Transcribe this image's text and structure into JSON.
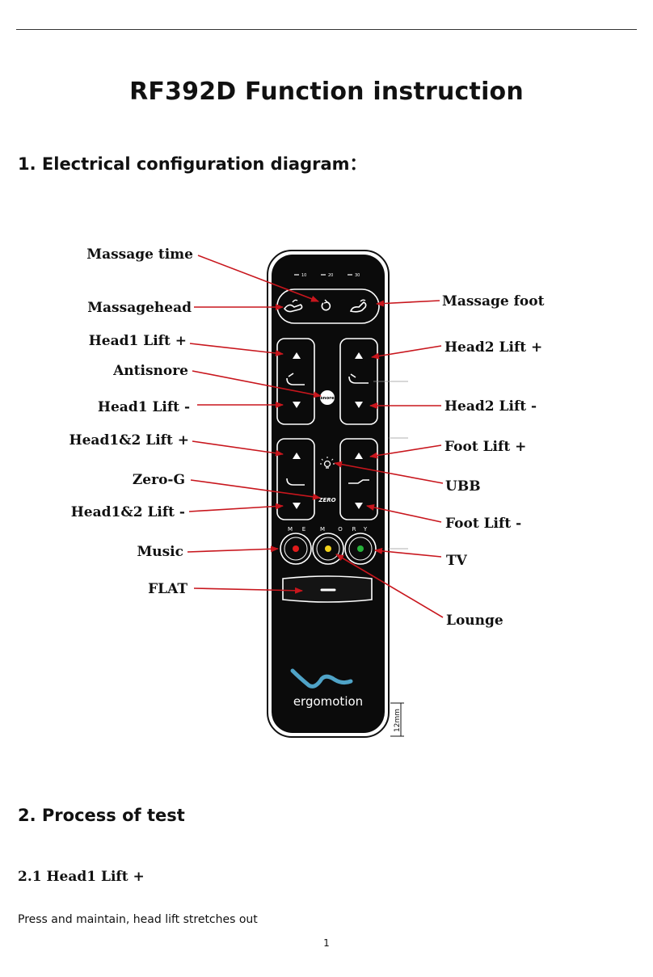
{
  "document": {
    "title": "RF392D Function instruction",
    "section1": "1.   Electrical configuration diagram：",
    "section2": "2.   Process of test",
    "subsection": "2.1 Head1 Lift +",
    "paragraph": "Press and maintain, head lift stretches out",
    "page_number": "1"
  },
  "remote": {
    "timer_marks": [
      "10",
      "20",
      "30"
    ],
    "memory": [
      "M",
      "E",
      "M",
      "O",
      "R",
      "Y"
    ],
    "brand": "ergomotion",
    "dimension": "12mm",
    "antisnore_text": "snore",
    "zerog_text": "ZERO",
    "memory_colors": [
      "#e01b1b",
      "#f2d21b",
      "#26b33a"
    ],
    "logo_color": "#4fa3c7"
  },
  "labels": {
    "left": [
      "Massage time",
      "Massagehead",
      "Head1 Lift +",
      "Antisnore",
      "Head1 Lift -",
      "Head1&2 Lift +",
      "Zero-G",
      "Head1&2 Lift -",
      "Music",
      "FLAT"
    ],
    "right": [
      "Massage foot",
      "Head2 Lift +",
      "Head2 Lift -",
      "Foot Lift +",
      "UBB",
      "Foot Lift -",
      "TV",
      "Lounge"
    ]
  },
  "arrow_color": "#c8161d"
}
